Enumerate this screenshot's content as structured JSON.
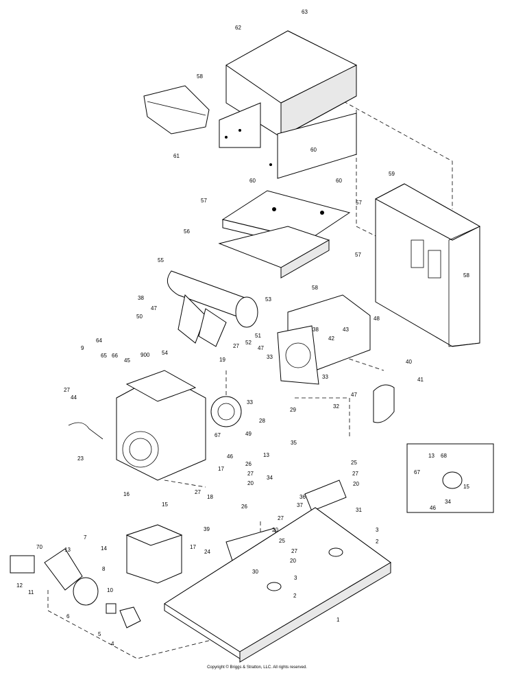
{
  "callouts": {
    "c63": "63",
    "c62": "62",
    "c58a": "58",
    "c61": "61",
    "c60a": "60",
    "c60b": "60",
    "c60c": "60",
    "c59": "59",
    "c57a": "57",
    "c57b": "57",
    "c57c": "57",
    "c56": "56",
    "c55": "55",
    "c58b": "58",
    "c58c": "58",
    "c38a": "38",
    "c47a": "47",
    "c50": "50",
    "c54": "54",
    "c52": "52",
    "c27a": "27",
    "c53": "53",
    "c48": "48",
    "c51": "51",
    "c38b": "38",
    "c42": "42",
    "c43": "43",
    "c19": "19",
    "c47b": "47",
    "c33a": "33",
    "c33b": "33",
    "c33c": "33",
    "c47c": "47",
    "c29": "29",
    "c32": "32",
    "c40": "40",
    "c41": "41",
    "c9": "9",
    "c64": "64",
    "c65": "65",
    "c66": "66",
    "c45": "45",
    "c900": "900",
    "c27b": "27",
    "c44": "44",
    "c49": "49",
    "c28": "28",
    "c23": "23",
    "c67a": "67",
    "c46a": "46",
    "c17a": "17",
    "c27c": "27",
    "c18": "18",
    "c16": "16",
    "c15a": "15",
    "c35": "35",
    "c13a": "13",
    "c34a": "34",
    "c25a": "25",
    "c27d": "27",
    "c20a": "20",
    "c26a": "26",
    "c27e": "27",
    "c20b": "20",
    "c36": "36",
    "c37": "37",
    "c31": "31",
    "c26b": "26",
    "c27f": "27",
    "c20c": "20",
    "c39": "39",
    "c25b": "25",
    "c27g": "27",
    "c20d": "20",
    "c3a": "3",
    "c2a": "2",
    "c24": "24",
    "c30": "30",
    "c3b": "3",
    "c2b": "2",
    "c14": "14",
    "c17b": "17",
    "c70": "70",
    "c7": "7",
    "c13b": "13",
    "c8": "8",
    "c12": "12",
    "c11": "11",
    "c10": "10",
    "c6": "6",
    "c5": "5",
    "c4": "4",
    "c1": "1",
    "i13": "13",
    "i68": "68",
    "i67": "67",
    "i15": "15",
    "i34": "34",
    "i46": "46"
  },
  "copyright": "Copyright © Briggs & Stratton, LLC. All rights reserved."
}
